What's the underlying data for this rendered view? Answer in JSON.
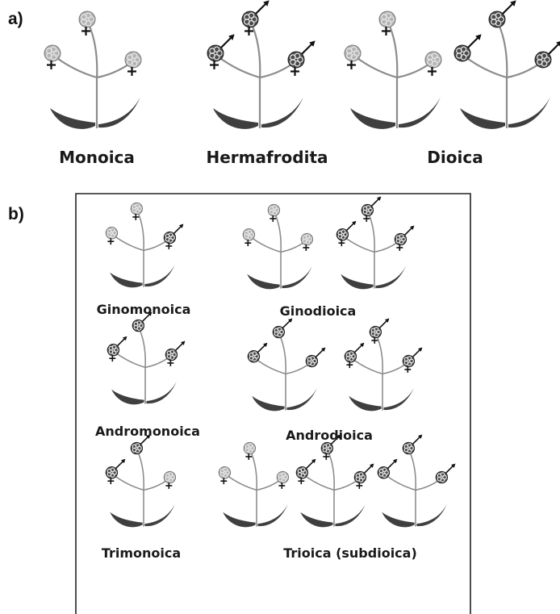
{
  "panel_a": {
    "label": "a)",
    "groups": {
      "monoica": {
        "label": "Monoica"
      },
      "hermafrodita": {
        "label": "Hermafrodita"
      },
      "dioica": {
        "label": "Dioica"
      }
    }
  },
  "panel_b": {
    "label": "b)",
    "groups": {
      "ginomonoica": {
        "label": "Ginomonoica"
      },
      "ginodioica": {
        "label": "Ginodioica"
      },
      "andromonoica": {
        "label": "Andromonoica"
      },
      "androdioica": {
        "label": "Androdioica"
      },
      "trimonoica": {
        "label": "Trimonoica"
      },
      "trioica": {
        "label": "Trioica (subdioica)"
      }
    }
  },
  "legend": {
    "female_symbol": "+",
    "male_symbol": "arrow"
  },
  "colors": {
    "female_flower": "#b4b4b4",
    "male_flower": "#4a4a4a",
    "stem": "#8c8c8c",
    "leaf": "#3f3f3f",
    "symbol": "#111111",
    "frame": "#222222"
  }
}
